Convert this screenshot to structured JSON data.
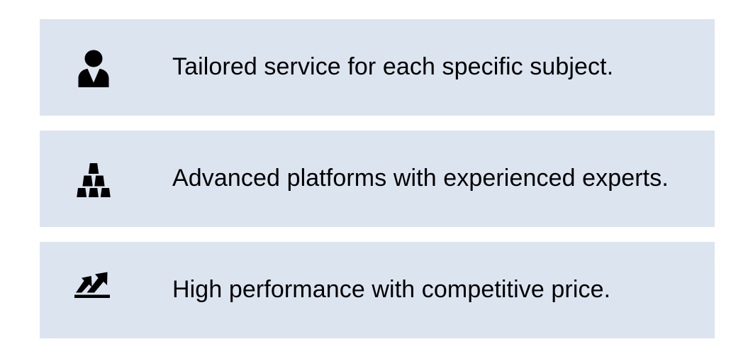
{
  "page": {
    "background_color": "#ffffff",
    "panel_color": "#dce4f0",
    "icon_color": "#000000",
    "text_color": "#000000"
  },
  "features": [
    {
      "icon": "person-icon",
      "label": "Tailored service for each specific subject."
    },
    {
      "icon": "pyramid-bars-icon",
      "label": "Advanced platforms with experienced experts."
    },
    {
      "icon": "growth-arrows-icon",
      "label": "High performance with competitive price."
    }
  ]
}
